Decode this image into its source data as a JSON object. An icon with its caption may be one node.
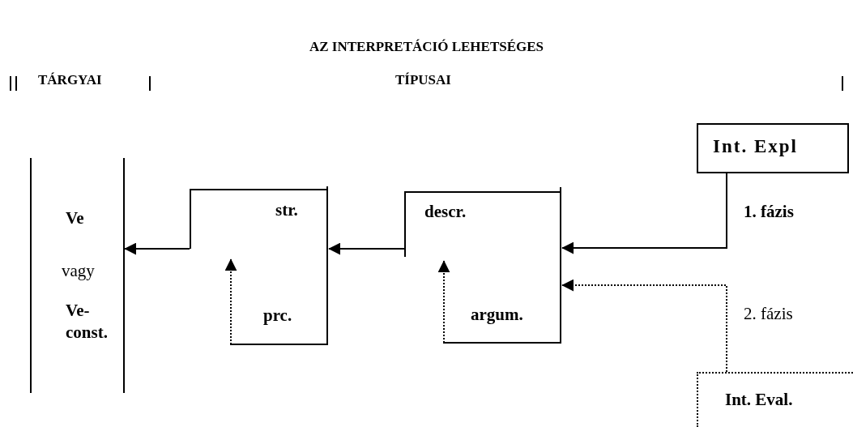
{
  "diagram": {
    "title": "AZ INTERPRETÁCIÓ LEHETSÉGES",
    "nodes": [
      {
        "text": [
          "Ve",
          "vagy",
          "Ve- const."
        ]
      },
      {
        "text": [
          "str."
        ]
      },
      {
        "text": [
          "prc."
        ],
        "in": 1
      },
      {
        "text": [
          "descr."
        ]
      },
      {
        "text": [
          "argum."
        ],
        "in": 3
      },
      {
        "text": [
          "Int. Expl"
        ],
        "beside": [
          "1. fázis"
        ]
      },
      {
        "text": [
          "Int. Eval."
        ],
        "beside": [
          "2. fázis"
        ]
      }
    ],
    "edges": [
      {
        "from": 1,
        "to": 0,
        "arrow": "to"
      },
      {
        "from": 3,
        "to": 1,
        "arrow": "to"
      },
      {
        "from": 2,
        "to": 1,
        "arrow": "to",
        "style": "dashed"
      },
      {
        "from": 4,
        "to": 3,
        "arrow": "to",
        "style": "dashed"
      },
      {
        "from": 5,
        "to": 3,
        "arrow": "to"
      },
      {
        "from": 6,
        "to": 3,
        "arrow": "to",
        "style": "dashed"
      }
    ],
    "labels": [
      "TÁRGYAI",
      "TÍPUSAI"
    ]
  }
}
